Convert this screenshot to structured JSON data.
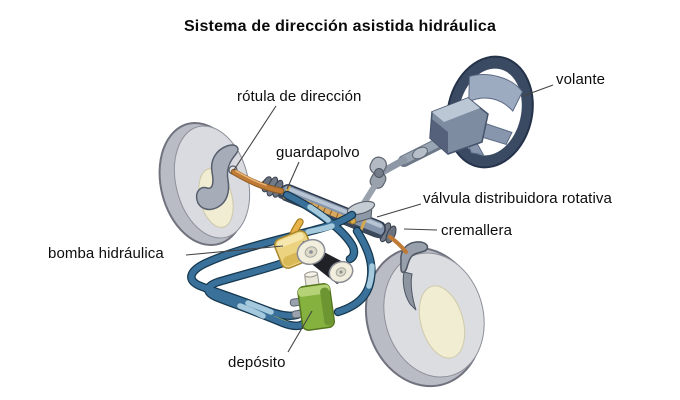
{
  "title": "Sistema de dirección asistida hidráulica",
  "diagram_type": "labeled-illustration",
  "labels": [
    {
      "id": "rotula-de-direccion",
      "text": "rótula de dirección"
    },
    {
      "id": "guardapolvo",
      "text": "guardapolvo"
    },
    {
      "id": "volante",
      "text": "volante"
    },
    {
      "id": "valvula-distribuidora-rotativa",
      "text": "válvula distribuidora rotativa"
    },
    {
      "id": "cremallera",
      "text": "cremallera"
    },
    {
      "id": "bomba-hidraulica",
      "text": "bomba hidráulica"
    },
    {
      "id": "deposito",
      "text": "depósito"
    }
  ],
  "colors": {
    "background": "#ffffff",
    "text": "#0d0d0d",
    "leader_line": "#444444",
    "hose_blue": "#3a719a",
    "hose_outline": "#16384f",
    "hose_sleeve": "#a6cadd",
    "hose_yellow_edge": "#e3cf43",
    "tire_gray": "#b9bcc5",
    "tire_face": "#dadbe0",
    "hub_cream": "#f1edd2",
    "steering_wheel_dark": "#3b4a63",
    "steering_wheel_light": "#97a5bc",
    "column_gray": "#7d8ca1",
    "tie_rod_copper": "#bf7a35",
    "rack_copper": "#c98f4a",
    "rack_housing": "#8494aa",
    "pump_yellow": "#ecd37f",
    "pulley_cream": "#f2eedd",
    "belt_black": "#202228",
    "reservoir_green": "#85b23e",
    "reservoir_light": "#b5d276"
  }
}
